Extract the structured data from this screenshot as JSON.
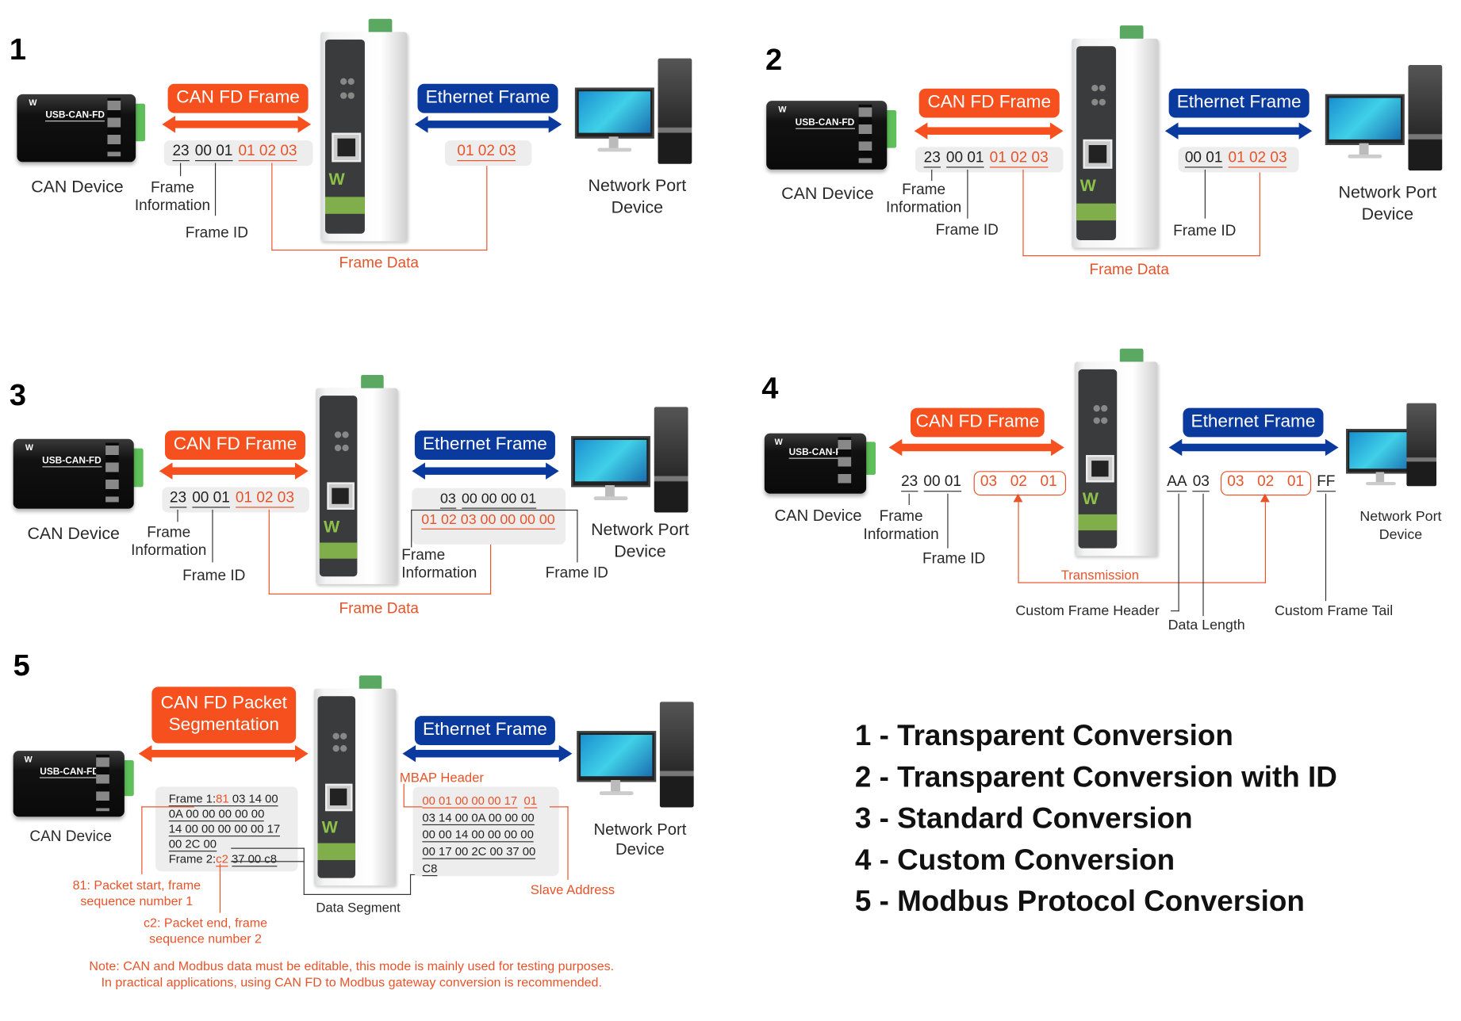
{
  "colors": {
    "can_orange": "#f5501e",
    "ethernet_blue": "#0b3a9e",
    "annotation_red": "#e8532a"
  },
  "device_text": {
    "can_model": "USB-CAN-FD",
    "logo": "W"
  },
  "common": {
    "can_badge": "CAN FD Frame",
    "eth_badge": "Ethernet Frame",
    "can_device": "CAN Device",
    "network_device": "Network Port\nDevice",
    "frame_information": "Frame\nInformation",
    "frame_id": "Frame ID",
    "frame_data": "Frame Data"
  },
  "d1": {
    "number": "1",
    "can_data": [
      "23",
      "00 01",
      "01 02 03"
    ],
    "eth_data": [
      "01 02 03"
    ]
  },
  "d2": {
    "number": "2",
    "can_data": [
      "23",
      "00 01",
      "01 02 03"
    ],
    "eth_data": [
      "00 01",
      "01 02 03"
    ]
  },
  "d3": {
    "number": "3",
    "can_data": [
      "23",
      "00 01",
      "01 02 03"
    ],
    "eth_line1": [
      "03",
      "00 00 00 01"
    ],
    "eth_line2": "01 02 03 00 00 00 00"
  },
  "d4": {
    "number": "4",
    "can_data": [
      "23",
      "00 01"
    ],
    "can_payload": [
      "03",
      "02",
      "01"
    ],
    "eth_header": "AA",
    "eth_length": "03",
    "eth_payload": [
      "03",
      "02",
      "01"
    ],
    "eth_tail": "FF",
    "transmission": "Transmission",
    "custom_header": "Custom Frame Header",
    "data_length": "Data Length",
    "custom_tail": "Custom Frame Tail"
  },
  "d5": {
    "number": "5",
    "can_badge": "CAN FD Packet\nSegmentation",
    "can_lines": [
      {
        "prefix": "Frame 1:",
        "marker": "81",
        "rest": "03 14 00"
      },
      {
        "rest": "0A 00 00 00 00 00"
      },
      {
        "rest": "14 00 00 00 00 00 17"
      },
      {
        "rest": "00 2C 00"
      },
      {
        "prefix": "Frame 2:",
        "marker": "c2",
        "rest": "37 00 c8"
      }
    ],
    "mbap_header": "MBAP Header",
    "eth_line1_a": "00 01 00 00 00 17",
    "eth_line1_b": "01",
    "eth_lines": [
      "03 14 00 0A 00 00 00",
      "00 00 14 00 00 00 00",
      "00 17 00 2C 00 37 00",
      "C8"
    ],
    "slave_address": "Slave Address",
    "data_segment": "Data Segment",
    "packet_start": "81: Packet start, frame\nsequence number 1",
    "packet_end": "c2: Packet end, frame\nsequence number 2",
    "note": "Note: CAN and Modbus data must be editable, this mode is mainly used for testing purposes.\nIn practical applications, using CAN FD to Modbus gateway conversion is recommended."
  },
  "legend": [
    "1 - Transparent Conversion",
    "2 - Transparent Conversion with ID",
    "3 - Standard Conversion",
    "4 - Custom Conversion",
    "5 - Modbus Protocol Conversion"
  ]
}
